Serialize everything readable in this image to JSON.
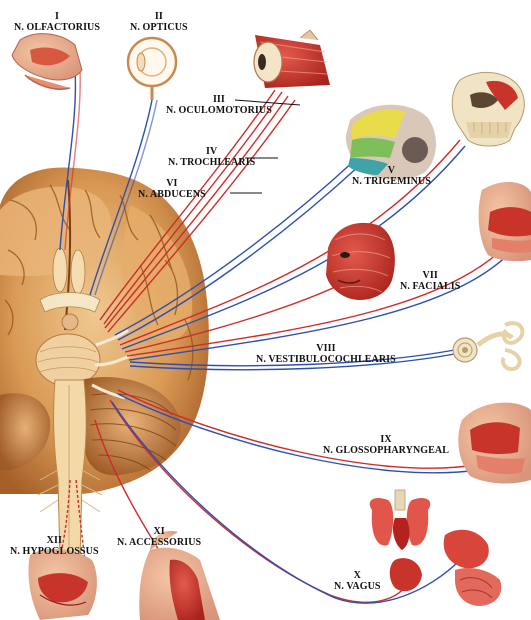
{
  "diagram": {
    "title": "",
    "colors": {
      "motor": "#d02a2a",
      "sensory": "#2f4fb0",
      "brain": "#dca060",
      "brain_dark": "#a8642c",
      "muscle": "#c8332a",
      "bone": "#f1e4c4"
    },
    "nerves": [
      {
        "num": "I",
        "name": "N. OLFACTORIUS"
      },
      {
        "num": "II",
        "name": "N. OPTICUS"
      },
      {
        "num": "III",
        "name": "N. OCULOMOTORIUS"
      },
      {
        "num": "IV",
        "name": "N. TROCHLEARIS"
      },
      {
        "num": "VI",
        "name": "N. ABDUCENS"
      },
      {
        "num": "V",
        "name": "N. TRIGEMINUS"
      },
      {
        "num": "VII",
        "name": "N. FACIALIS"
      },
      {
        "num": "VIII",
        "name": "N. VESTIBULOCOCHLEARIS"
      },
      {
        "num": "IX",
        "name": "N. GLOSSOPHARYNGEAL"
      },
      {
        "num": "X",
        "name": "N. VAGUS"
      },
      {
        "num": "XI",
        "name": "N. ACCESSORIUS"
      },
      {
        "num": "XII",
        "name": "N. HYPOGLOSSUS"
      }
    ],
    "illustrations": [
      {
        "name": "nose-illustration"
      },
      {
        "name": "eye-illustration"
      },
      {
        "name": "eye-muscles-illustration"
      },
      {
        "name": "face-sensory-illustration"
      },
      {
        "name": "jaw-skull-illustration"
      },
      {
        "name": "mouth-section-illustration"
      },
      {
        "name": "facial-muscles-illustration"
      },
      {
        "name": "inner-ear-illustration"
      },
      {
        "name": "pharynx-illustration"
      },
      {
        "name": "viscera-illustration"
      },
      {
        "name": "neck-accessory-illustration"
      },
      {
        "name": "tongue-illustration"
      },
      {
        "name": "brain-base-illustration"
      }
    ]
  }
}
